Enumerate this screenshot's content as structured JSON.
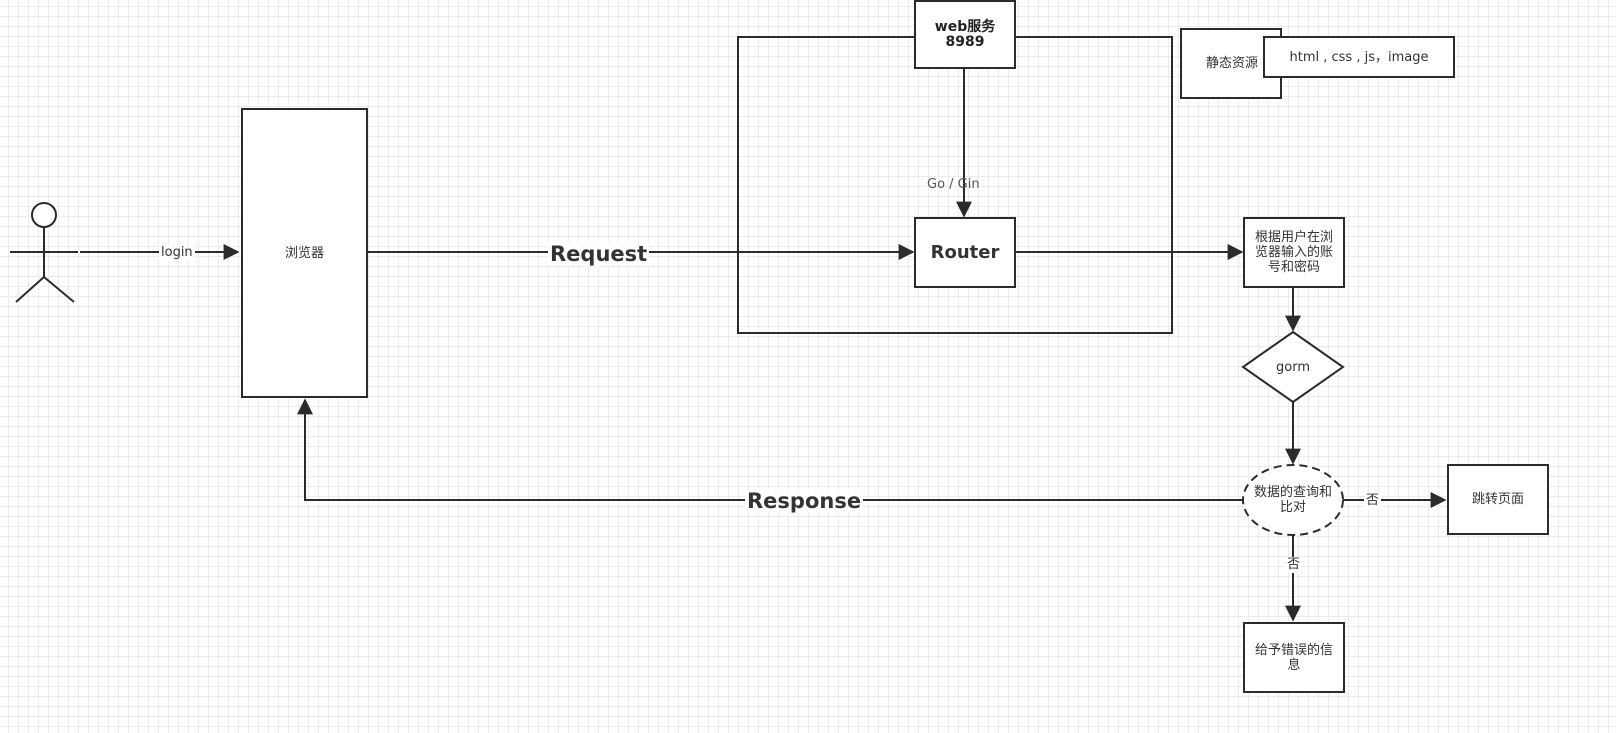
{
  "nodes": {
    "browser": "浏览器",
    "web_service": "web服务\n8989",
    "router": "Router",
    "static_resources": "静态资源",
    "static_types": "html , css , js，image",
    "credentials": "根据用户在浏览器输入的账号和密码",
    "gorm": "gorm",
    "query_compare": "数据的查询和比对",
    "redirect": "跳转页面",
    "error_info": "给予错误的信息"
  },
  "edges": {
    "login": "login",
    "request": "Request",
    "response": "Response",
    "framework": "Go / Gin",
    "no_right": "否",
    "no_down": "否"
  }
}
